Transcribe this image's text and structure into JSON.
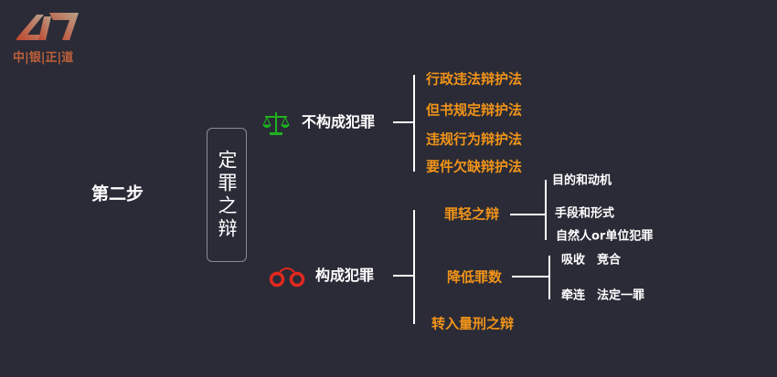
{
  "logo": {
    "text": "中|银|正|道"
  },
  "step": "第二步",
  "center": "定罪之辩",
  "branch1": {
    "label": "不构成犯罪",
    "icon": "scales-icon",
    "items": [
      "行政违法辩护法",
      "但书规定辩护法",
      "违规行为辩护法",
      "要件欠缺辩护法"
    ]
  },
  "branch2": {
    "label": "构成犯罪",
    "icon": "handcuffs-icon",
    "sub1": {
      "label": "罪轻之辩",
      "items": [
        "目的和动机",
        "手段和形式",
        "自然人or单位犯罪"
      ]
    },
    "sub2": {
      "label": "降低罪数",
      "items": [
        "吸收　竞合",
        "牵连　法定一罪"
      ]
    },
    "sub3": {
      "label": "转入量刑之辩"
    }
  },
  "colors": {
    "accent": "#f29418",
    "bg": "#2a2b37",
    "scales": "#1fb21f",
    "handcuffs": "#e0281e"
  }
}
